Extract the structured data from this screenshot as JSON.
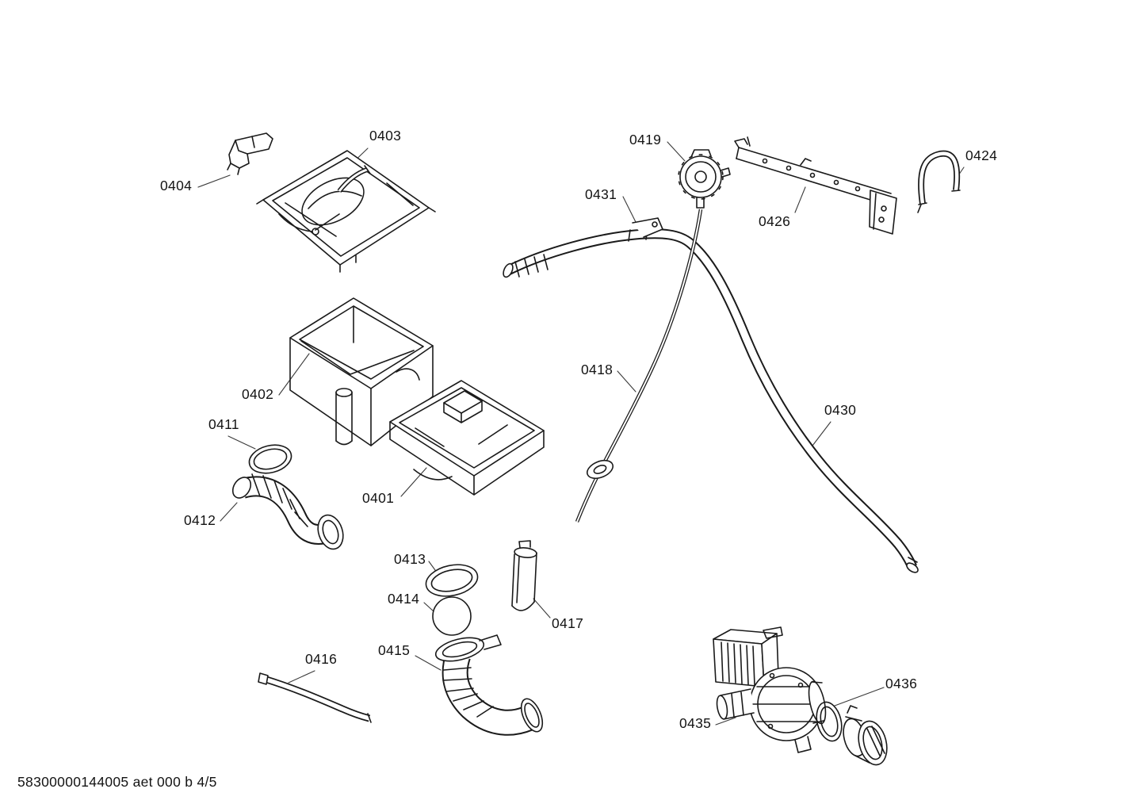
{
  "footer": "58300000144005 aet 000 b 4/5",
  "labels": {
    "0401": "0401",
    "0402": "0402",
    "0403": "0403",
    "0404": "0404",
    "0411": "0411",
    "0412": "0412",
    "0413": "0413",
    "0414": "0414",
    "0415": "0415",
    "0416": "0416",
    "0417": "0417",
    "0418": "0418",
    "0419": "0419",
    "0424": "0424",
    "0426": "0426",
    "0430": "0430",
    "0431": "0431",
    "0435": "0435",
    "0436": "0436"
  },
  "colors": {
    "line": "#1a1a1a",
    "leader": "#3a3a3a",
    "background": "#ffffff",
    "label_text": "#141414"
  }
}
